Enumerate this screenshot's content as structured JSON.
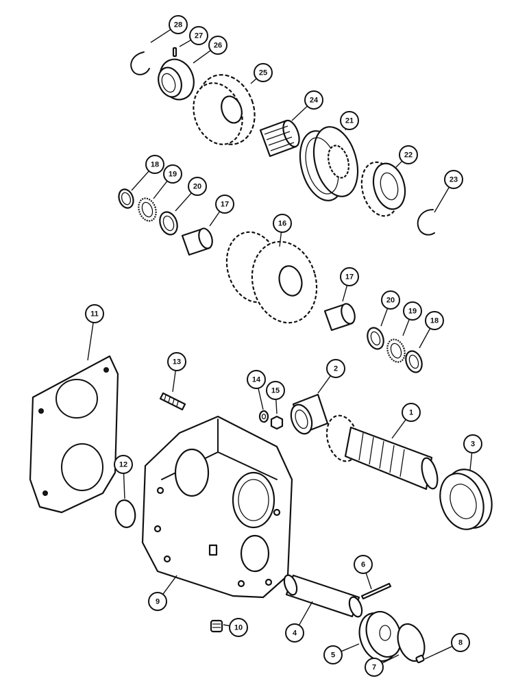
{
  "callouts": [
    {
      "id": "1",
      "label": "1"
    },
    {
      "id": "2",
      "label": "2"
    },
    {
      "id": "3",
      "label": "3"
    },
    {
      "id": "4",
      "label": "4"
    },
    {
      "id": "5",
      "label": "5"
    },
    {
      "id": "6",
      "label": "6"
    },
    {
      "id": "7",
      "label": "7"
    },
    {
      "id": "8",
      "label": "8"
    },
    {
      "id": "9",
      "label": "9"
    },
    {
      "id": "10",
      "label": "10"
    },
    {
      "id": "11",
      "label": "11"
    },
    {
      "id": "12",
      "label": "12"
    },
    {
      "id": "13",
      "label": "13"
    },
    {
      "id": "14",
      "label": "14"
    },
    {
      "id": "15",
      "label": "15"
    },
    {
      "id": "16",
      "label": "16"
    },
    {
      "id": "17a",
      "label": "17"
    },
    {
      "id": "17b",
      "label": "17"
    },
    {
      "id": "18a",
      "label": "18"
    },
    {
      "id": "18b",
      "label": "18"
    },
    {
      "id": "19a",
      "label": "19"
    },
    {
      "id": "19b",
      "label": "19"
    },
    {
      "id": "20a",
      "label": "20"
    },
    {
      "id": "20b",
      "label": "20"
    },
    {
      "id": "21",
      "label": "21"
    },
    {
      "id": "22",
      "label": "22"
    },
    {
      "id": "23",
      "label": "23"
    },
    {
      "id": "24",
      "label": "24"
    },
    {
      "id": "25",
      "label": "25"
    },
    {
      "id": "26",
      "label": "26"
    },
    {
      "id": "27",
      "label": "27"
    },
    {
      "id": "28",
      "label": "28"
    }
  ]
}
